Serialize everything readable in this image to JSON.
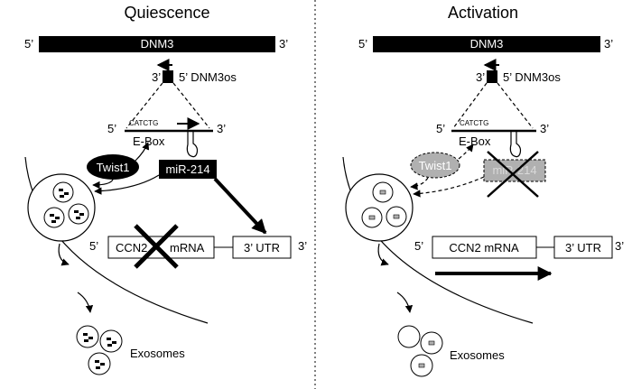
{
  "panels": [
    {
      "title": "Quiescence",
      "gene": "DNM3",
      "five_prime": "5’",
      "three_prime": "3’",
      "antisense": "5’ DNM3os",
      "antisense_3p": "3’",
      "promoter_seq": "CATCTG",
      "ebox": "E-Box",
      "twist": "Twist1",
      "mir": "miR-214",
      "ccn2": "CCN2",
      "mrna": "mRNA",
      "utr": "3’ UTR",
      "exosomes": "Exosomes"
    },
    {
      "title": "Activation",
      "gene": "DNM3",
      "five_prime": "5’",
      "three_prime": "3’",
      "antisense": "5’ DNM3os",
      "antisense_3p": "3’",
      "promoter_seq": "CATCTG",
      "ebox": "E-Box",
      "twist": "Twist1",
      "mir": "miR-214",
      "ccn2_mrna": "CCN2 mRNA",
      "utr": "3’ UTR",
      "exosomes": "Exosomes"
    }
  ],
  "colors": {
    "active": "#000000",
    "inactive": "#b0b0b0",
    "background": "#ffffff"
  }
}
